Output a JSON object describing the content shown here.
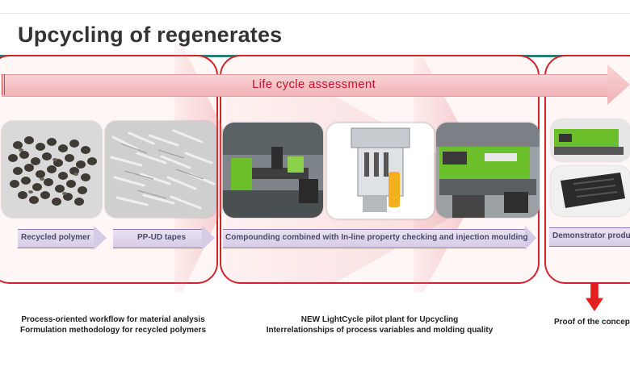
{
  "slide": {
    "title": "Upcycling of regenerates",
    "lca_label": "Life cycle assessment"
  },
  "items": {
    "recycled_polymer": "Recycled polymer",
    "pp_ud_tapes": "PP-UD tapes",
    "compounding": "Compounding combined with In-line property checking and injection moulding",
    "demonstrator": "Demonstrator produ"
  },
  "captions": {
    "group1_line1": "Process-oriented workflow for material analysis",
    "group1_line2": "Formulation methodology for recycled polymers",
    "group2_line1": "NEW LightCycle pilot plant for Upcycling",
    "group2_line2": "Interrelationships of process variables and molding quality",
    "group3_line1": "Proof of the concep"
  },
  "colors": {
    "accent_red": "#d2232a",
    "teal_rule": "#2a7d77",
    "machine_green": "#6cbf2a"
  }
}
